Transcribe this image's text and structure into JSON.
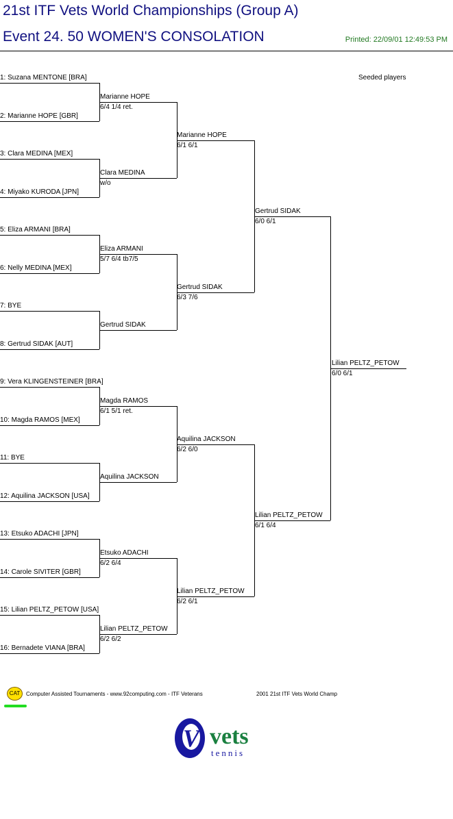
{
  "header": {
    "title": "21st ITF Vets World Championships (Group A)",
    "event": "Event 24. 50 WOMEN'S CONSOLATION",
    "printed": "Printed: 22/09/01 12:49:53 PM"
  },
  "seeded_label": "Seeded players",
  "round1": [
    "1: Suzana MENTONE [BRA]",
    "2: Marianne HOPE [GBR]",
    "3: Clara MEDINA [MEX]",
    "4: Miyako KURODA [JPN]",
    "5: Eliza ARMANI [BRA]",
    "6: Nelly MEDINA [MEX]",
    "7: BYE",
    "8: Gertrud SIDAK [AUT]",
    "9: Vera KLINGENSTEINER [BRA]",
    "10: Magda RAMOS [MEX]",
    "11: BYE",
    "12: Aquilina JACKSON [USA]",
    "13: Etsuko ADACHI [JPN]",
    "14: Carole SIVITER [GBR]",
    "15: Lilian PELTZ_PETOW [USA]",
    "16: Bernadete VIANA [BRA]"
  ],
  "round2": [
    {
      "name": "Marianne HOPE",
      "score": "6/4 1/4 ret."
    },
    {
      "name": "Clara MEDINA",
      "score": "w/o"
    },
    {
      "name": "Eliza ARMANI",
      "score": "5/7 6/4 tb7/5"
    },
    {
      "name": "Gertrud SIDAK",
      "score": ""
    },
    {
      "name": "Magda RAMOS",
      "score": "6/1 5/1 ret."
    },
    {
      "name": "Aquilina JACKSON",
      "score": ""
    },
    {
      "name": "Etsuko ADACHI",
      "score": "6/2 6/4"
    },
    {
      "name": "Lilian PELTZ_PETOW",
      "score": "6/2 6/2"
    }
  ],
  "round3": [
    {
      "name": "Marianne HOPE",
      "score": "6/1 6/1"
    },
    {
      "name": "Gertrud SIDAK",
      "score": "6/3 7/6"
    },
    {
      "name": "Aquilina JACKSON",
      "score": "6/2 6/0"
    },
    {
      "name": "Lilian PELTZ_PETOW",
      "score": "6/2 6/1"
    }
  ],
  "round4": [
    {
      "name": "Gertrud SIDAK",
      "score": "6/0 6/1"
    },
    {
      "name": "Lilian PELTZ_PETOW",
      "score": "6/1 6/4"
    }
  ],
  "final": {
    "name": "Lilian PELTZ_PETOW",
    "score": "6/0 6/1"
  },
  "footer": {
    "badge": "CAT",
    "credits": "Computer Assisted Tournaments - www.92computing.com -  ITF Veterans",
    "event_name": "2001 21st ITF Vets World Champ"
  },
  "logo": {
    "letter": "V",
    "word": "vets",
    "sub": "tennis"
  },
  "colors": {
    "title": "#101080",
    "printed": "#207820",
    "logo_blue": "#1818a0",
    "logo_green": "#1a8040",
    "badge": "#ffe000",
    "badge_line": "#22dd22"
  }
}
